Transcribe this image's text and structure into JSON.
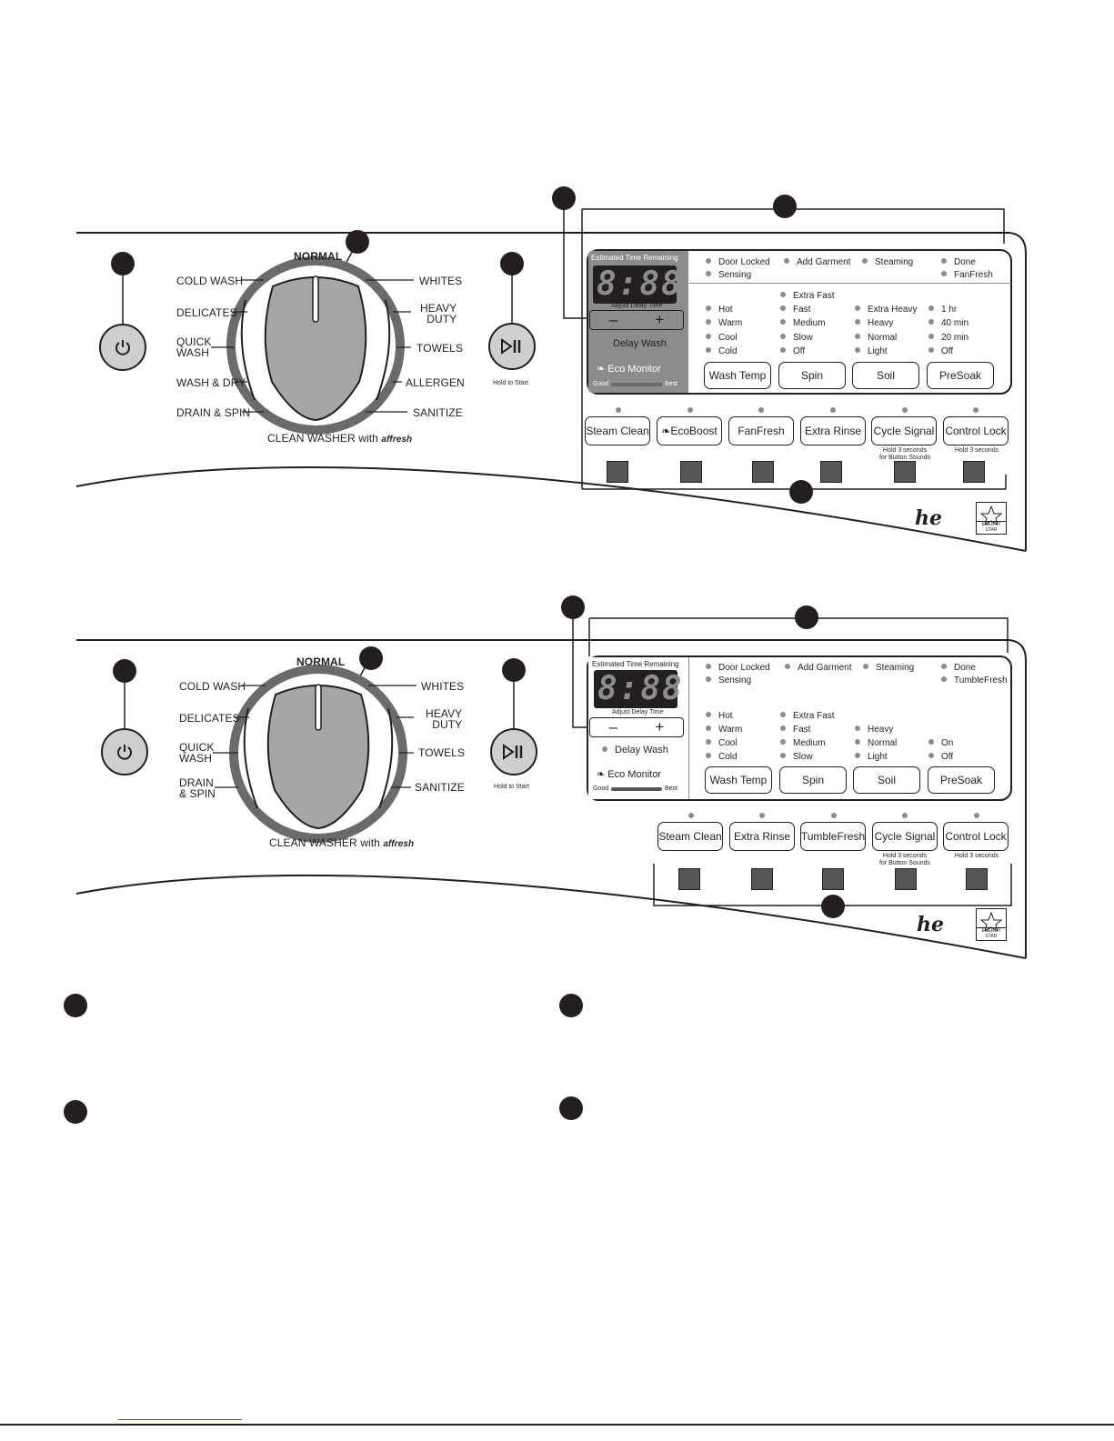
{
  "panel_a": {
    "dial_top": "NORMAL",
    "dial_left": [
      "COLD WASH",
      "DELICATES",
      "QUICK\nWASH",
      "WASH & DRY",
      "DRAIN & SPIN"
    ],
    "dial_right": [
      "WHITES",
      "HEAVY\nDUTY",
      "TOWELS",
      "ALLERGEN",
      "SANITIZE"
    ],
    "dial_bottom": "CLEAN WASHER with",
    "affresh": "affresh",
    "hold_to_start": "Hold to Start",
    "lcd_title": "Estimated Time Remaining",
    "digits": "8:88",
    "adjust": "Adjust Delay Time",
    "minus": "–",
    "plus": "+",
    "delay_wash": "Delay Wash",
    "eco_monitor": "Eco Monitor",
    "eco_good": "Good",
    "eco_best": "Best",
    "status": [
      "Door Locked",
      "Sensing",
      "Add Garment",
      "Steaming",
      "Done",
      "FanFresh"
    ],
    "temp_opts": [
      "Hot",
      "Warm",
      "Cool",
      "Cold"
    ],
    "spin_opts": [
      "Extra Fast",
      "Fast",
      "Medium",
      "Slow",
      "Off"
    ],
    "soil_opts": [
      "Extra Heavy",
      "Heavy",
      "Normal",
      "Light"
    ],
    "presoak_opts": [
      "1 hr",
      "40 min",
      "20 min",
      "Off"
    ],
    "opt_buttons": [
      "Wash Temp",
      "Spin",
      "Soil",
      "PreSoak"
    ],
    "bottom_buttons": [
      "Steam Clean",
      "EcoBoost",
      "FanFresh",
      "Extra Rinse",
      "Cycle Signal",
      "Control Lock"
    ],
    "cycle_hint": "Hold 3 seconds\nfor Button Sounds",
    "lock_hint": "Hold 3 seconds",
    "he_logo": "he",
    "energy_star": "ENERGY STAR"
  },
  "panel_b": {
    "dial_top": "NORMAL",
    "dial_left": [
      "COLD WASH",
      "DELICATES",
      "QUICK\nWASH",
      "DRAIN\n& SPIN"
    ],
    "dial_right": [
      "WHITES",
      "HEAVY\nDUTY",
      "TOWELS",
      "SANITIZE"
    ],
    "dial_bottom": "CLEAN WASHER with",
    "affresh": "affresh",
    "hold_to_start": "Hold to Start",
    "lcd_title": "Estimated Time Remaining",
    "digits": "8:88",
    "adjust": "Adjust Delay Time",
    "minus": "–",
    "plus": "+",
    "delay_wash": "Delay Wash",
    "eco_monitor": "Eco Monitor",
    "eco_good": "Good",
    "eco_best": "Best",
    "status": [
      "Door Locked",
      "Sensing",
      "Add Garment",
      "Steaming",
      "Done",
      "TumbleFresh"
    ],
    "temp_opts": [
      "Hot",
      "Warm",
      "Cool",
      "Cold"
    ],
    "spin_opts": [
      "Extra Fast",
      "Fast",
      "Medium",
      "Slow"
    ],
    "soil_opts": [
      "Heavy",
      "Normal",
      "Light"
    ],
    "presoak_opts": [
      "On",
      "Off"
    ],
    "opt_buttons": [
      "Wash Temp",
      "Spin",
      "Soil",
      "PreSoak"
    ],
    "bottom_buttons": [
      "Steam Clean",
      "Extra Rinse",
      "TumbleFresh",
      "Cycle Signal",
      "Control Lock"
    ],
    "cycle_hint": "Hold 3 seconds\nfor Button Sounds",
    "lock_hint": "Hold 3 seconds",
    "he_logo": "he",
    "energy_star": "ENERGY STAR"
  }
}
